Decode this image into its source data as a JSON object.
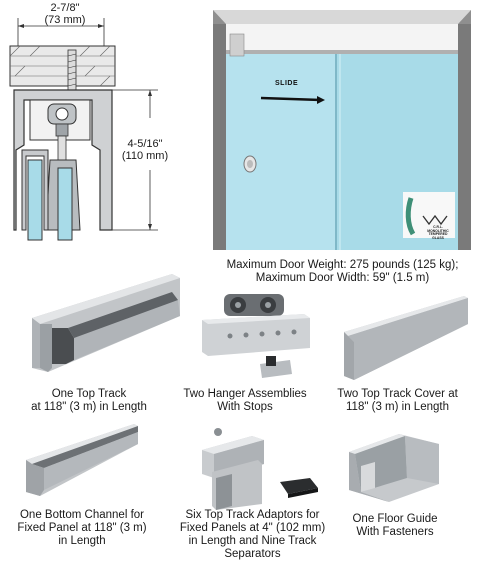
{
  "dimensions": {
    "width_label": [
      "2-7/8\"",
      "(73 mm)"
    ],
    "height_label": [
      "4-5/16\"",
      "(110 mm)"
    ]
  },
  "photo": {
    "slide_label": "SLIDE",
    "badge_lines": [
      "C.R.L.",
      "MONOLITHIC",
      "TEMPERED",
      "GLASS"
    ]
  },
  "specs": {
    "lines": [
      "Maximum Door Weight: 275 pounds (125 kg);",
      "Maximum Door Width: 59\" (1.5 m)"
    ]
  },
  "components": [
    {
      "id": "top-track",
      "lines": [
        "One Top Track",
        "at 118\" (3 m) in Length"
      ]
    },
    {
      "id": "hanger-assemblies",
      "lines": [
        "Two Hanger Assemblies",
        "With Stops"
      ]
    },
    {
      "id": "top-track-cover",
      "lines": [
        "Two Top Track Cover at",
        "118\" (3 m) in Length"
      ]
    },
    {
      "id": "bottom-channel",
      "lines": [
        "One Bottom Channel for",
        "Fixed Panel at 118\" (3 m)",
        "in Length"
      ]
    },
    {
      "id": "track-adaptors",
      "lines": [
        "Six Top Track Adaptors for",
        "Fixed Panels at 4\" (102 mm)",
        "in Length and Nine Track Separators"
      ]
    },
    {
      "id": "floor-guide",
      "lines": [
        "One Floor Guide",
        "With Fasteners"
      ]
    }
  ],
  "colors": {
    "glass": "#a8dbe8",
    "metal": "#c4c7ca",
    "metal_dark": "#8c9196",
    "outline": "#333333"
  }
}
